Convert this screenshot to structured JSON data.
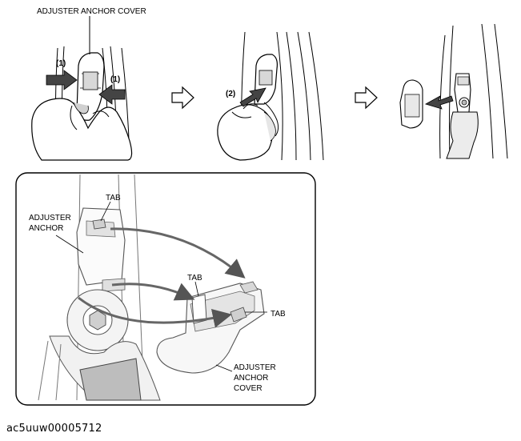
{
  "labels": {
    "adjuster_anchor_cover_top": "ADJUSTER ANCHOR COVER",
    "step1_left": "(1)",
    "step1_right": "(1)",
    "step2": "(2)",
    "tab_top": "TAB",
    "adjuster_anchor_line1": "ADJUSTER",
    "adjuster_anchor_line2": "ANCHOR",
    "tab_middle": "TAB",
    "tab_right": "TAB",
    "cover_line1": "ADJUSTER",
    "cover_line2": "ANCHOR",
    "cover_line3": "COVER"
  },
  "figure_code": "ac5uuw00005712"
}
